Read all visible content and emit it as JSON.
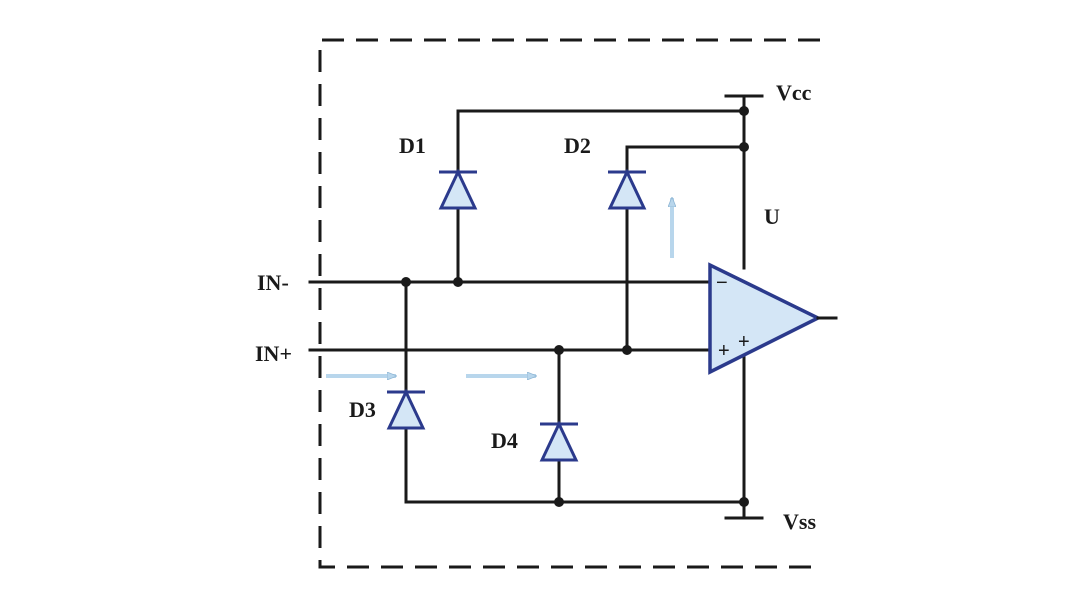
{
  "labels": {
    "in_minus": "IN-",
    "in_plus": "IN+",
    "vcc": "Vcc",
    "vss": "Vss",
    "amp": "U",
    "d1": "D1",
    "d2": "D2",
    "d3": "D3",
    "d4": "D4",
    "amp_minus_sign": "−",
    "amp_plus_sign": "+",
    "amp_plus_sign_2": "+"
  },
  "colors": {
    "wire": "#1a1a1a",
    "component_outline": "#2b3a8c",
    "component_fill": "#d4e6f6",
    "current_arrow": "#b8d6ec"
  }
}
